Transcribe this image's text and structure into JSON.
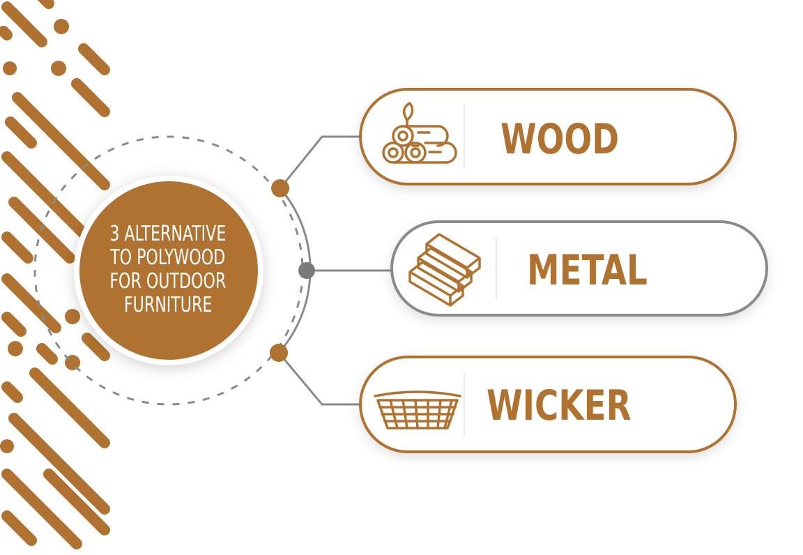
{
  "colors": {
    "accent": "#b07230",
    "gray": "#8a8a8a",
    "white": "#ffffff"
  },
  "hub": {
    "lines": [
      "3 ALTERNATIVE",
      "TO POLYWOOD",
      "FOR OUTDOOR",
      "FURNITURE"
    ]
  },
  "options": [
    {
      "label": "WOOD",
      "icon": "logs-icon",
      "border": "accent"
    },
    {
      "label": "METAL",
      "icon": "metal-beams-icon",
      "border": "gray"
    },
    {
      "label": "WICKER",
      "icon": "wicker-basket-icon",
      "border": "accent"
    }
  ]
}
